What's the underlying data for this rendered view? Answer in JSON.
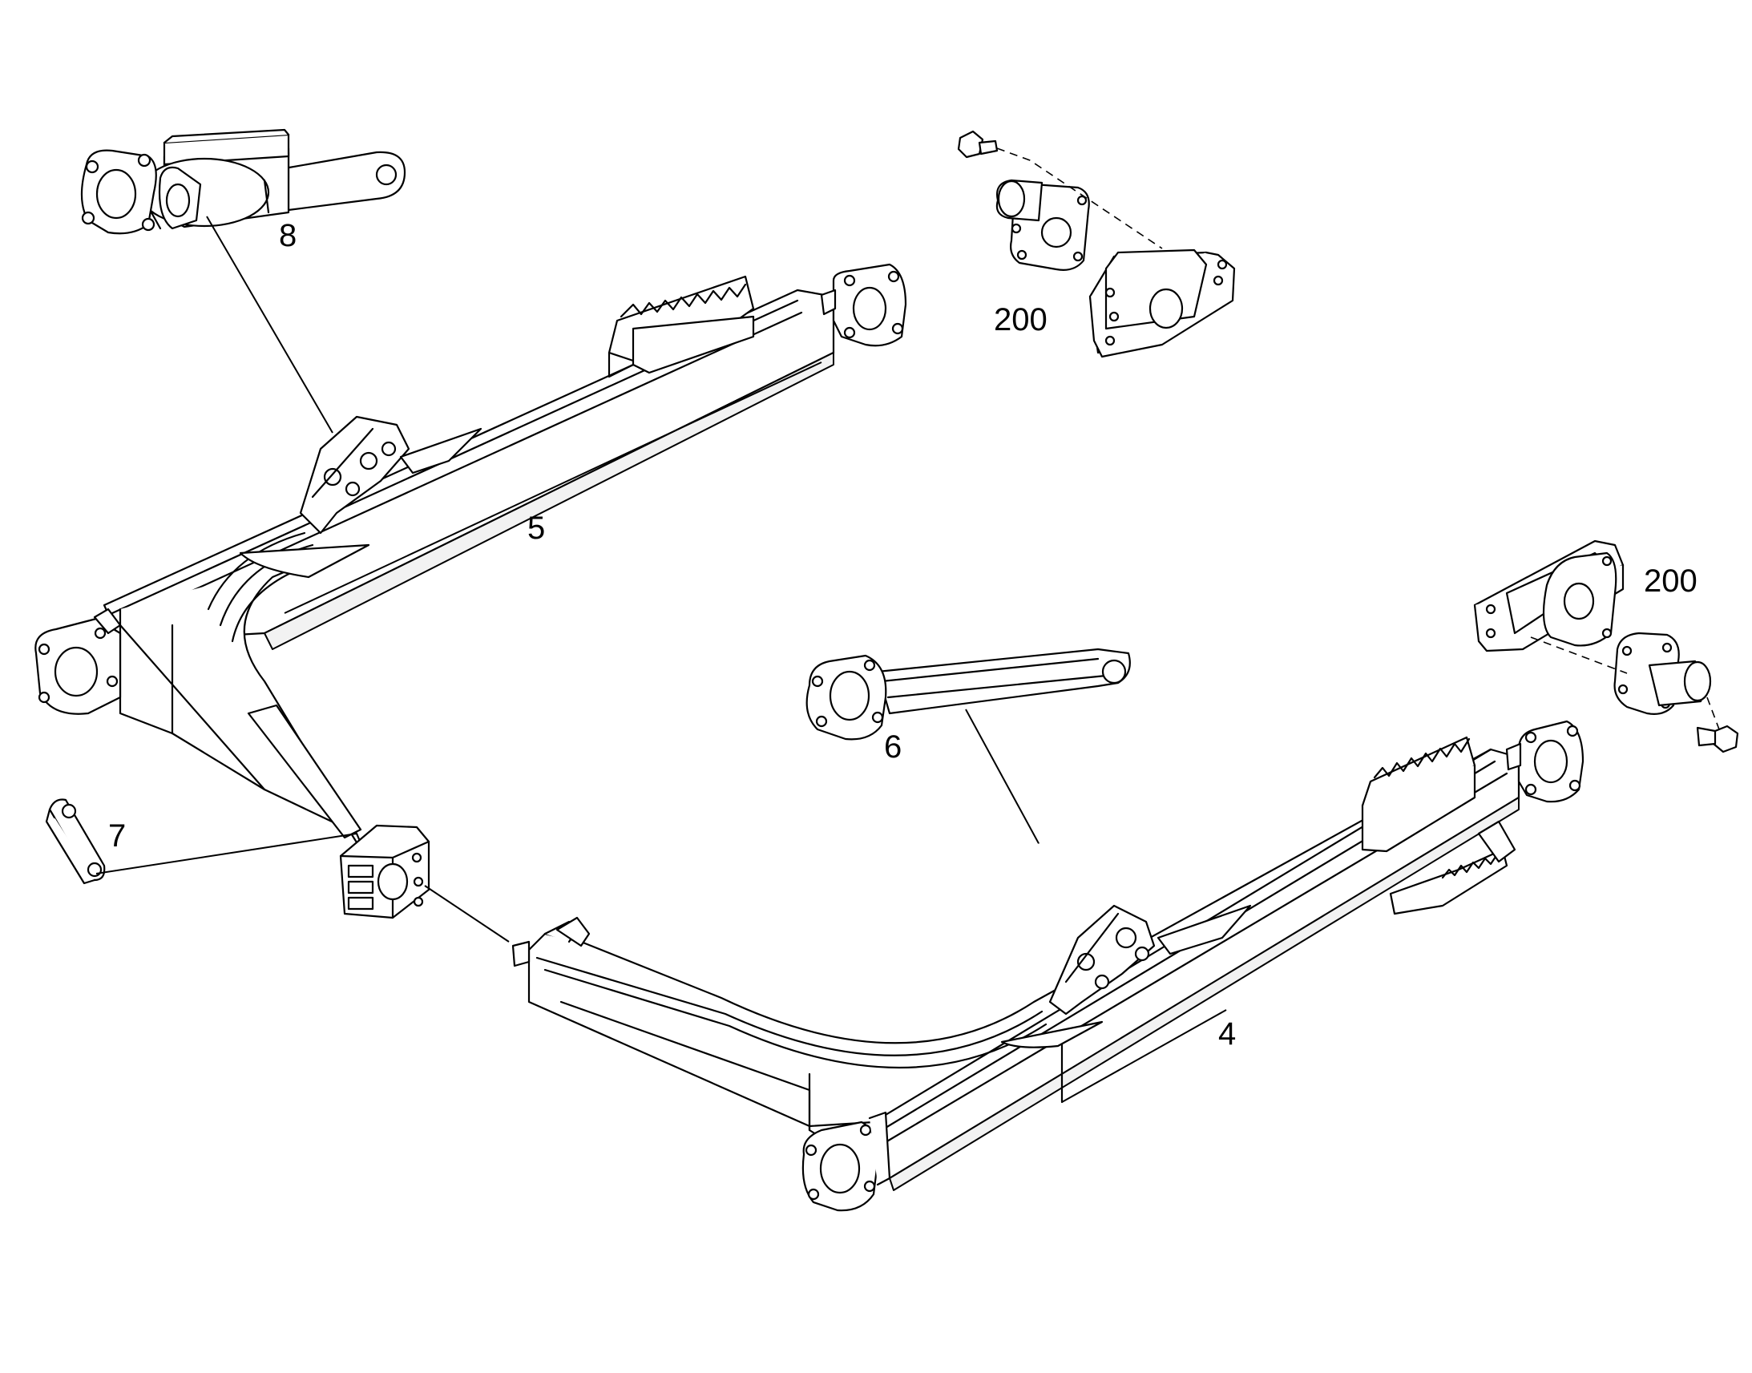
{
  "callouts": {
    "part_8": "8",
    "part_200_top": "200",
    "part_5": "5",
    "part_200_right": "200",
    "part_6": "6",
    "part_7": "7",
    "part_4": "4"
  },
  "colors": {
    "line": "#000000",
    "background": "#ffffff",
    "shade": "#f2f2f2"
  }
}
